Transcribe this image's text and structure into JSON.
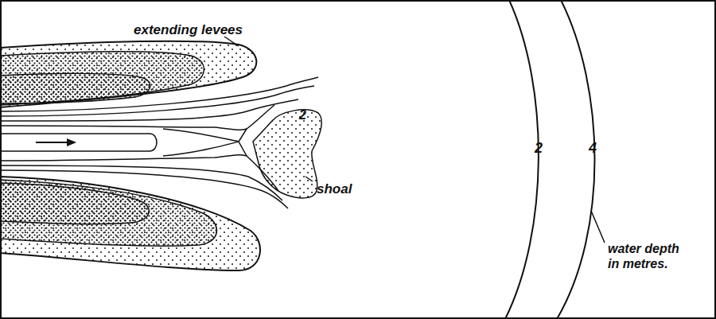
{
  "diagram": {
    "labels": [
      "extending levees",
      "2",
      "shoal",
      "2",
      "4",
      "water depth in metres."
    ]
  }
}
